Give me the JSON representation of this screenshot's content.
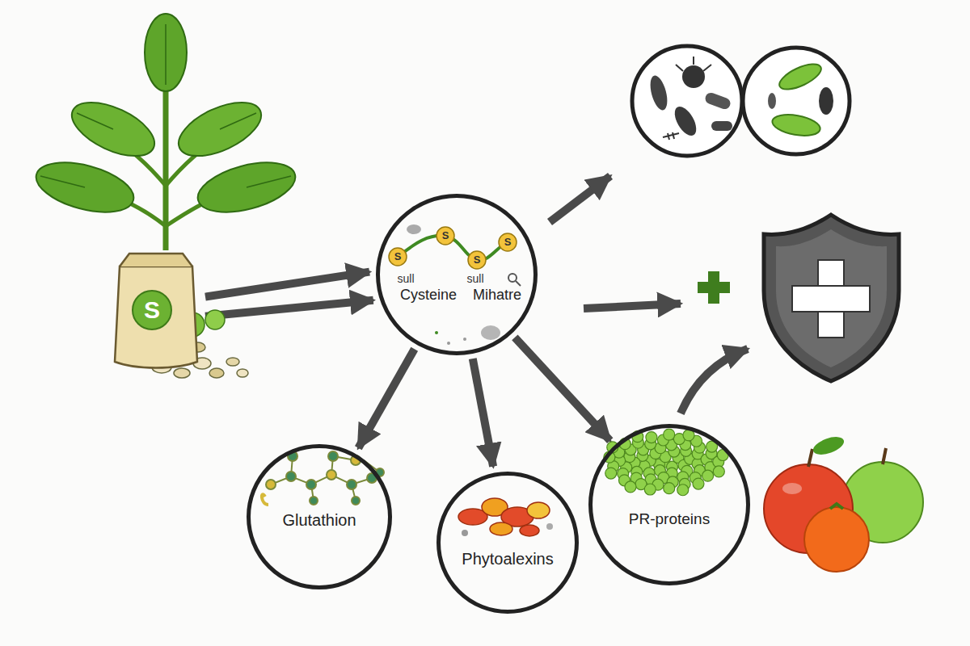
{
  "diagram": {
    "nodes": [
      {
        "text": [
          "S"
        ]
      },
      {
        "text": [
          "Cysteine",
          "Mihatre"
        ]
      },
      {
        "text": [
          "Glutathion"
        ]
      },
      {
        "text": [
          "Phytoalexins"
        ]
      },
      {
        "text": [
          "PR-proteins"
        ]
      }
    ],
    "edges": [
      {
        "from": 0,
        "to": 1,
        "arrow": "to"
      },
      {
        "from": 0,
        "to": 1,
        "arrow": "to"
      },
      {
        "from": 1,
        "to": 2,
        "arrow": "to"
      },
      {
        "from": 1,
        "to": 3,
        "arrow": "to"
      },
      {
        "from": 1,
        "to": 4,
        "arrow": "to"
      }
    ],
    "labels": [
      "S",
      "S",
      "S",
      "S",
      "sull",
      "sull"
    ]
  }
}
